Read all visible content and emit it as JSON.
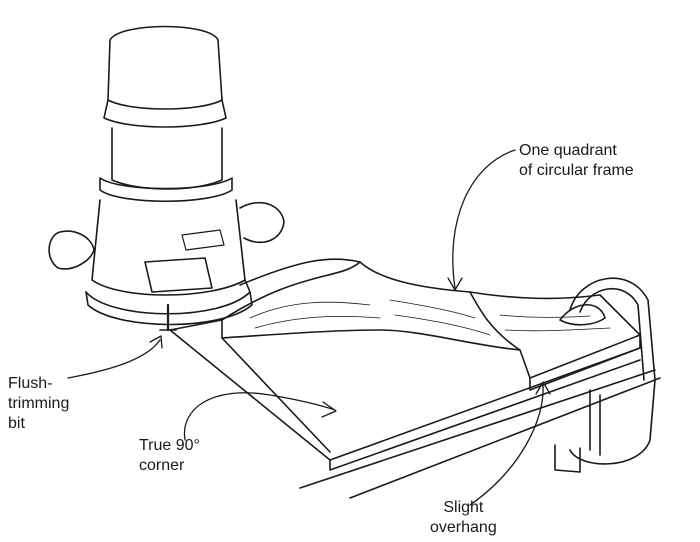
{
  "labels": {
    "quadrant": [
      "One quadrant",
      "of circular frame"
    ],
    "flush_trim_bit": [
      "Flush-",
      "trimming",
      "bit"
    ],
    "true_corner": [
      "True 90°",
      "corner"
    ],
    "overhang": [
      "Slight",
      "overhang"
    ]
  },
  "colors": {
    "ink": "#1a1a1a",
    "paper": "#ffffff"
  }
}
